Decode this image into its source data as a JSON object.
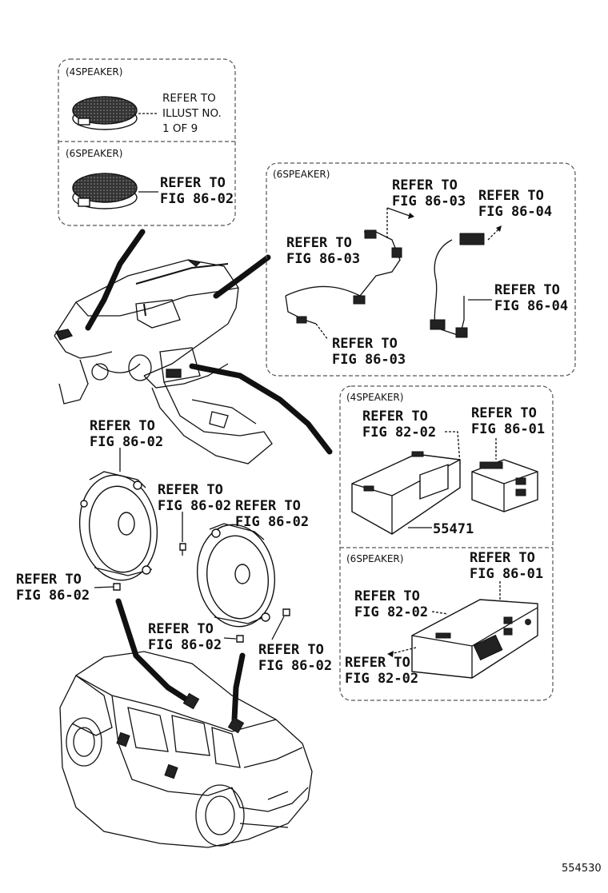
{
  "top_panel": {
    "speaker4_title": "(4SPEAKER)",
    "speaker4_ref_line1": "REFER TO",
    "speaker4_ref_line2": "ILLUST NO.",
    "speaker4_ref_line3": "1 OF 9",
    "speaker6_title": "(6SPEAKER)",
    "speaker6_ref_line1": "REFER TO",
    "speaker6_ref_line2": "FIG 86-02"
  },
  "wiring_panel": {
    "title": "(6SPEAKER)",
    "ref_a_line1": "REFER TO",
    "ref_a_line2": "FIG 86-03",
    "ref_b_line1": "REFER TO",
    "ref_b_line2": "FIG 86-04",
    "ref_c_line1": "REFER TO",
    "ref_c_line2": "FIG 86-03",
    "ref_d_line1": "REFER TO",
    "ref_d_line2": "FIG 86-04",
    "ref_e_line1": "REFER TO",
    "ref_e_line2": "FIG 86-03"
  },
  "usb_4speaker_panel": {
    "title": "(4SPEAKER)",
    "ref_a_line1": "REFER TO",
    "ref_a_line2": "FIG 82-02",
    "ref_b_line1": "REFER TO",
    "ref_b_line2": "FIG 86-01",
    "part_number": "55471"
  },
  "usb_6speaker_panel": {
    "title": "(6SPEAKER)",
    "ref_a_line1": "REFER TO",
    "ref_a_line2": "FIG 86-01",
    "ref_b_line1": "REFER TO",
    "ref_b_line2": "FIG 82-02",
    "ref_c_line1": "REFER TO",
    "ref_c_line2": "FIG 82-02"
  },
  "door_speakers": {
    "ref_front_line1": "REFER TO",
    "ref_front_line2": "FIG 86-02",
    "ref_screw_line1": "REFER TO",
    "ref_screw_line2": "FIG 86-02",
    "ref_rear_line1": "REFER TO",
    "ref_rear_line2": "FIG 86-02",
    "ref_left_line1": "REFER TO",
    "ref_left_line2": "FIG 86-02",
    "ref_bolt_line1": "REFER TO",
    "ref_bolt_line2": "FIG 86-02",
    "ref_bolt2_line1": "REFER TO",
    "ref_bolt2_line2": "FIG 86-02"
  },
  "illustration_number": "554530"
}
